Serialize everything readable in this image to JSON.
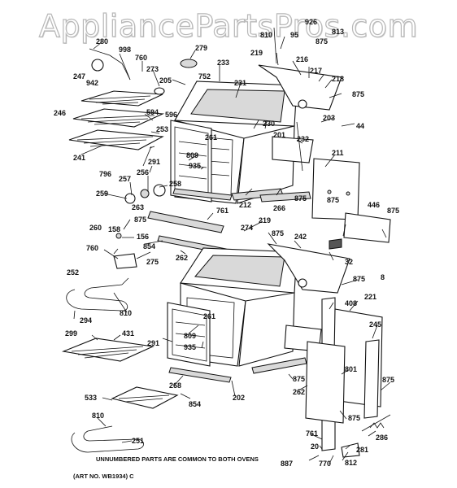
{
  "watermark": "AppliancePartsPros.com",
  "footnote": "UNNUMBERED PARTS ARE COMMON TO BOTH OVENS",
  "art_number": "(ART NO. WB1934) C",
  "callouts": [
    "280",
    "998",
    "760",
    "273",
    "279",
    "926",
    "95",
    "813",
    "810",
    "875",
    "219",
    "216",
    "217",
    "218",
    "247",
    "942",
    "205",
    "752",
    "233",
    "231",
    "230",
    "201",
    "203",
    "44",
    "875",
    "246",
    "594",
    "596",
    "253",
    "261",
    "232",
    "211",
    "241",
    "796",
    "291",
    "809",
    "935",
    "257",
    "256",
    "258",
    "875",
    "259",
    "263",
    "212",
    "266",
    "875",
    "446",
    "875",
    "260",
    "875",
    "156",
    "761",
    "219",
    "274",
    "158",
    "875",
    "242",
    "32",
    "8",
    "760",
    "854",
    "275",
    "262",
    "252",
    "875",
    "408",
    "221",
    "810",
    "261",
    "294",
    "299",
    "431",
    "291",
    "809",
    "935",
    "801",
    "245",
    "268",
    "202",
    "875",
    "262",
    "533",
    "854",
    "875",
    "875",
    "810",
    "251",
    "761",
    "20",
    "286",
    "887",
    "770",
    "812",
    "281"
  ]
}
